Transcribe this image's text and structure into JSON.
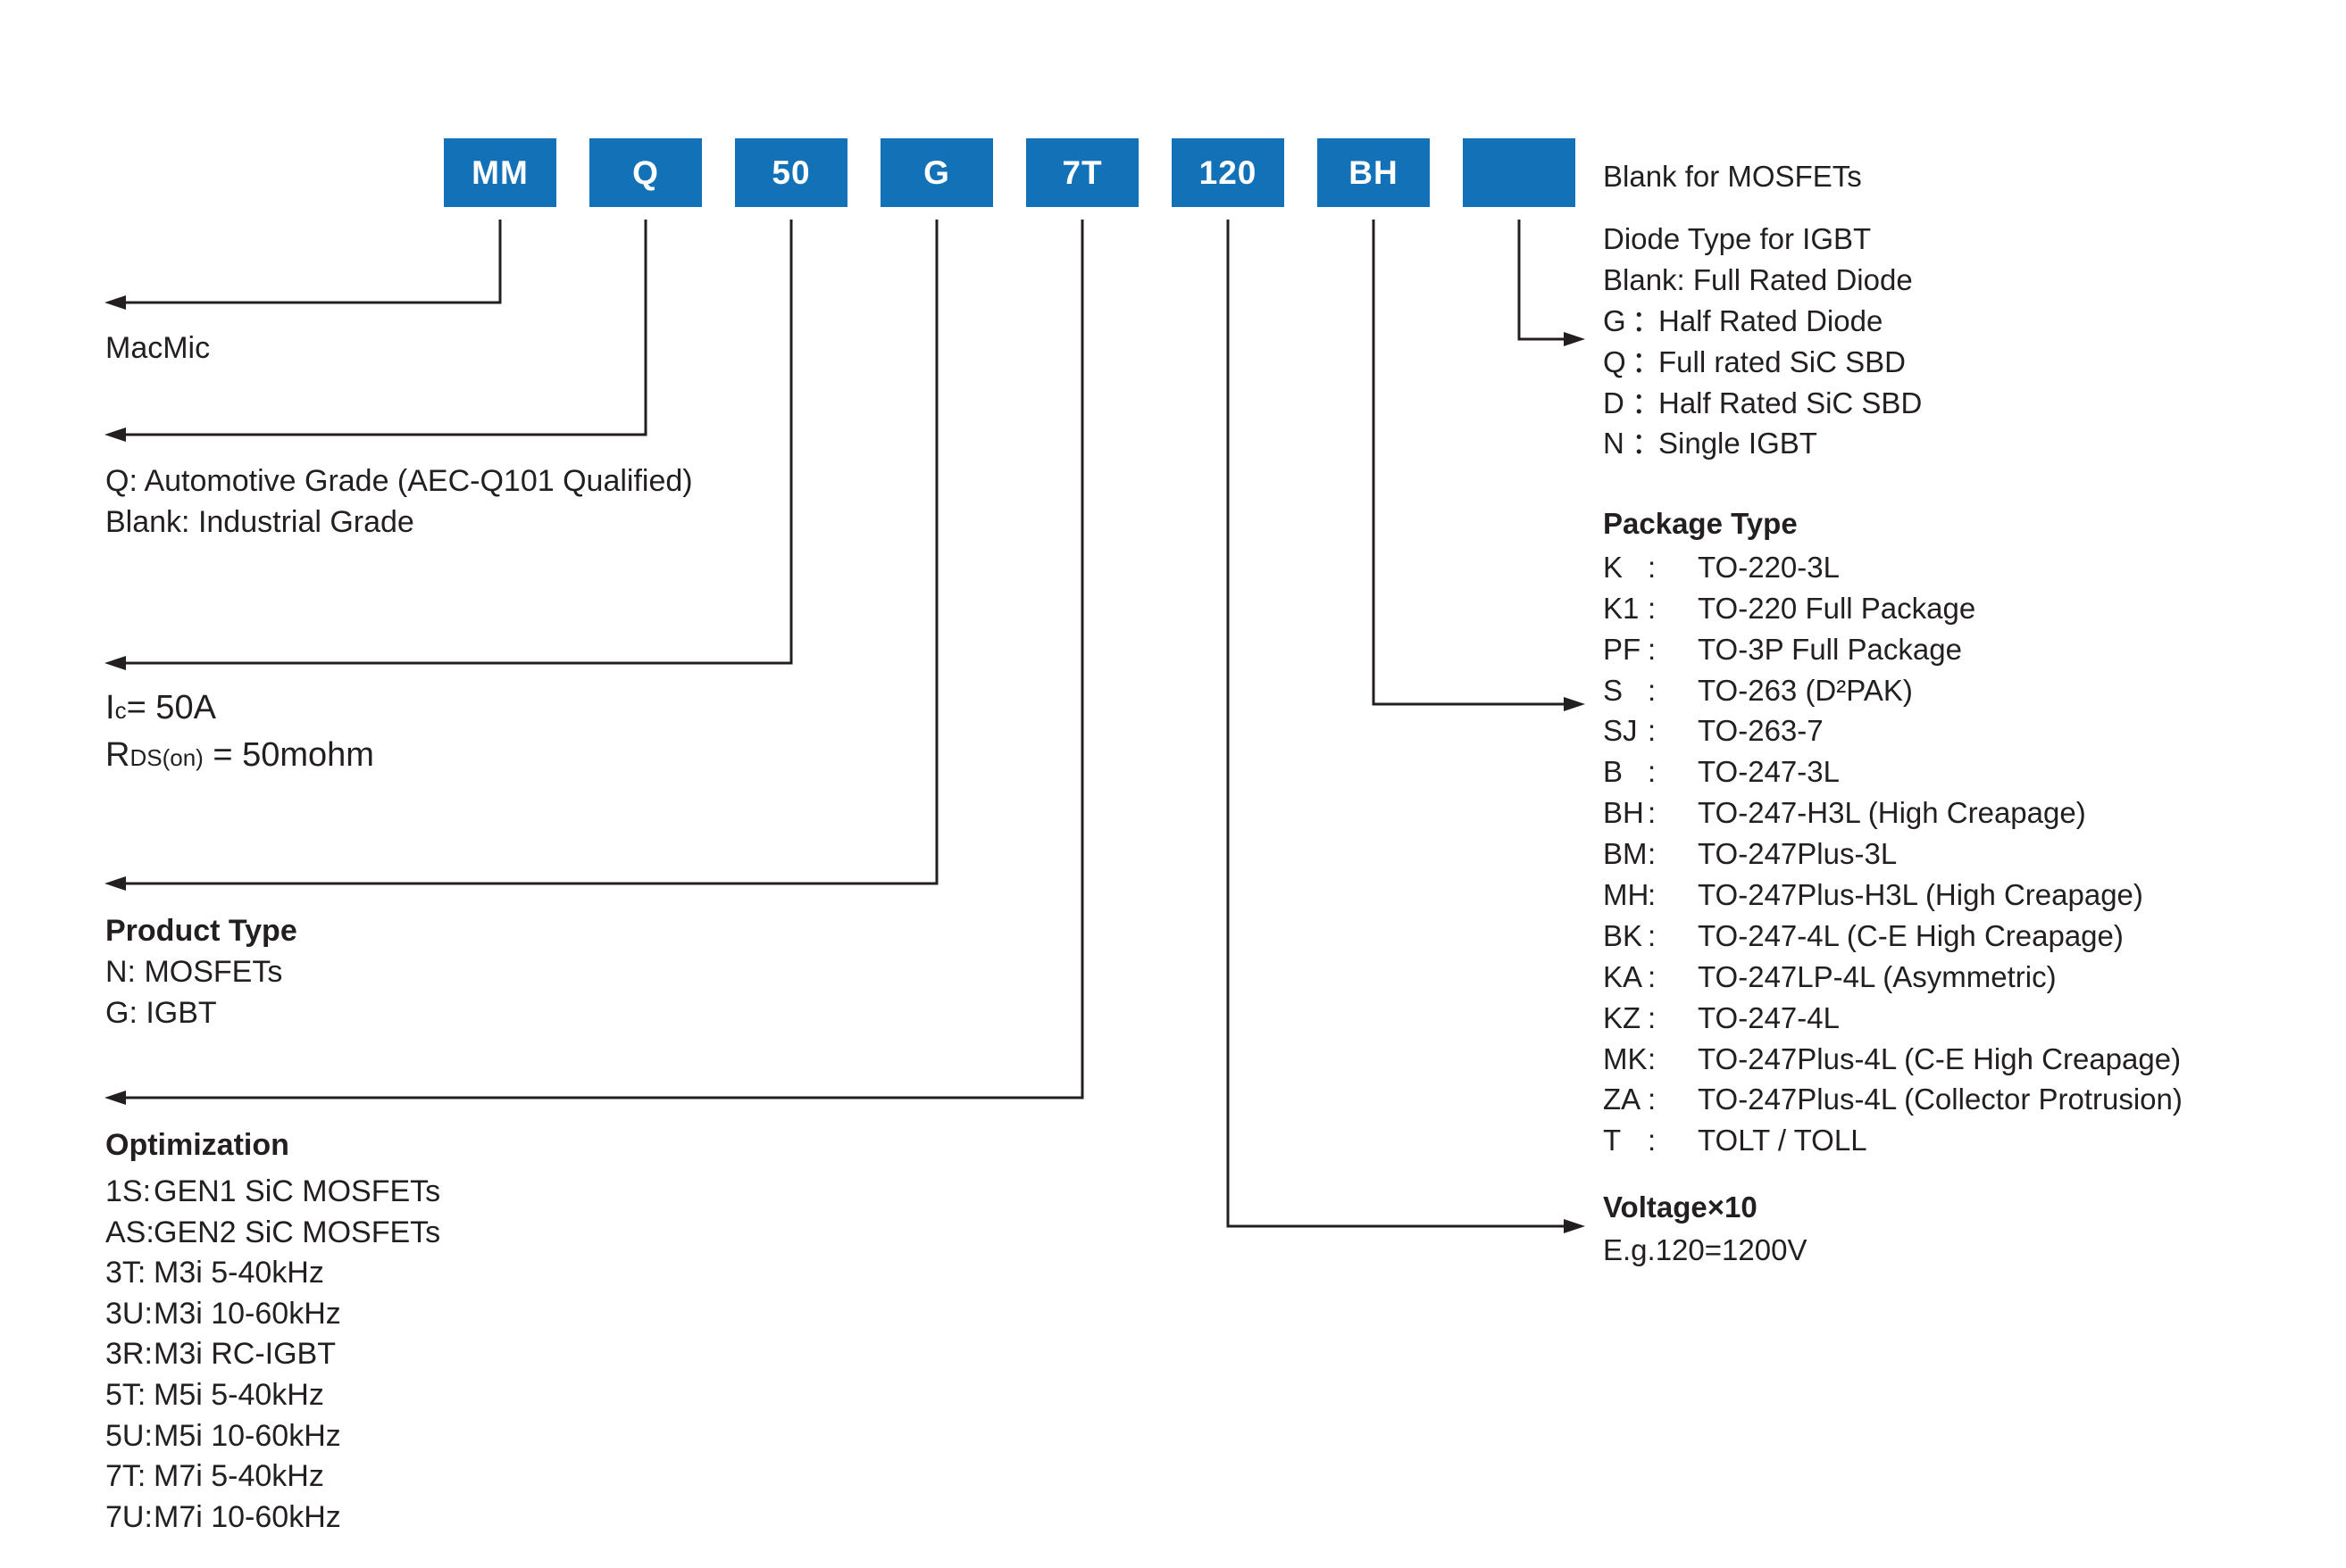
{
  "colors": {
    "box_blue": "#1371b8",
    "box_text": "#ffffff",
    "ink": "#231f20"
  },
  "part_code": [
    "MM",
    "Q",
    "50",
    "G",
    "7T",
    "120",
    "BH",
    ""
  ],
  "left": {
    "brand": "MacMic",
    "grade": {
      "line1": "Q: Automotive Grade (AEC-Q101 Qualified)",
      "line2": "Blank: Industrial Grade"
    },
    "rating": {
      "ic_symbol": "I",
      "ic_sub": "c",
      "ic_rest": "= 50A",
      "rds_symbol": "R",
      "rds_sub": "DS(on)",
      "rds_rest": " = 50mohm"
    },
    "product_type": {
      "title": "Product Type",
      "line1": "N: MOSFETs",
      "line2": "G: IGBT"
    },
    "optimization": {
      "title": "Optimization",
      "items": [
        {
          "code": "1S:",
          "label": "GEN1 SiC MOSFETs"
        },
        {
          "code": "AS:",
          "label": "GEN2 SiC MOSFETs"
        },
        {
          "code": "3T:",
          "label": "M3i 5-40kHz"
        },
        {
          "code": "3U:",
          "label": "M3i 10-60kHz"
        },
        {
          "code": "3R:",
          "label": "M3i RC-IGBT"
        },
        {
          "code": "5T:",
          "label": "M5i 5-40kHz"
        },
        {
          "code": "5U:",
          "label": "M5i 10-60kHz"
        },
        {
          "code": "7T:",
          "label": "M7i 5-40kHz"
        },
        {
          "code": "7U:",
          "label": "M7i 10-60kHz"
        }
      ]
    }
  },
  "right": {
    "mosfet_note": "Blank for MOSFETs",
    "diode": {
      "title": "Diode Type for IGBT",
      "blank_line": "Blank: Full Rated Diode",
      "items": [
        {
          "code": "G",
          "label": "Half Rated Diode"
        },
        {
          "code": "Q",
          "label": "Full rated SiC SBD"
        },
        {
          "code": "D",
          "label": "Half Rated SiC SBD"
        },
        {
          "code": "N",
          "label": "Single IGBT"
        }
      ]
    },
    "package": {
      "title": "Package Type",
      "items": [
        {
          "code": "K",
          "label": "TO-220-3L"
        },
        {
          "code": "K1",
          "label": "TO-220 Full Package"
        },
        {
          "code": "PF",
          "label": "TO-3P Full Package"
        },
        {
          "code": "S",
          "label": "TO-263 (D²PAK)"
        },
        {
          "code": "SJ",
          "label": "TO-263-7"
        },
        {
          "code": "B",
          "label": "TO-247-3L"
        },
        {
          "code": "BH",
          "label": "TO-247-H3L (High Creapage)"
        },
        {
          "code": "BM",
          "label": "TO-247Plus-3L"
        },
        {
          "code": "MH",
          "label": "TO-247Plus-H3L (High Creapage)"
        },
        {
          "code": "BK",
          "label": "TO-247-4L (C-E High Creapage)"
        },
        {
          "code": "KA",
          "label": "TO-247LP-4L (Asymmetric)"
        },
        {
          "code": "KZ",
          "label": "TO-247-4L"
        },
        {
          "code": "MK",
          "label": "TO-247Plus-4L (C-E High Creapage)"
        },
        {
          "code": "ZA",
          "label": "TO-247Plus-4L (Collector Protrusion)"
        },
        {
          "code": "T",
          "label": "TOLT / TOLL"
        }
      ]
    },
    "voltage": {
      "title": "Voltage×10",
      "example": "E.g.120=1200V"
    }
  },
  "ui": {
    "colon": ":",
    "fullwidth_colon": "："
  }
}
